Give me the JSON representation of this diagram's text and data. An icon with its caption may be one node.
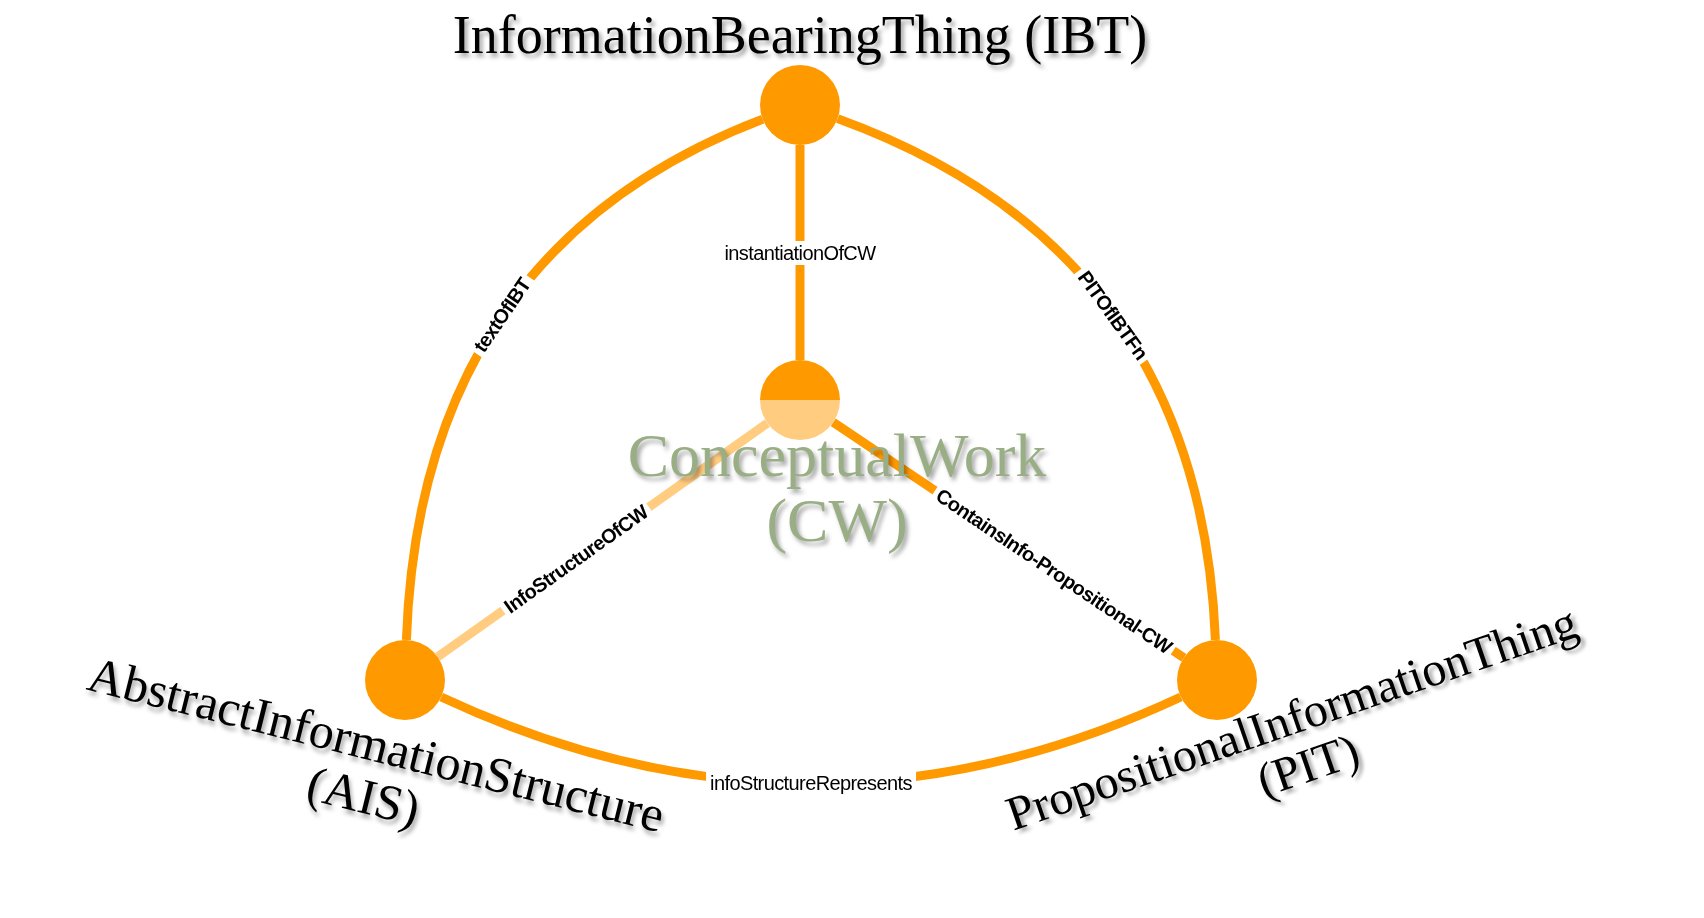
{
  "diagram": {
    "nodes": [
      {
        "text": [
          "InformationBearingThing (IBT)"
        ]
      },
      {
        "text": [
          "ConceptualWork (CW)"
        ]
      },
      {
        "text": [
          "AbstractInformationStructure (AIS)"
        ]
      },
      {
        "text": [
          "PropositionalInformationThing (PIT)"
        ]
      }
    ],
    "edges": [
      {
        "from": 0,
        "to": 2,
        "arrow": "none",
        "label": "textOfIBT"
      },
      {
        "from": 0,
        "to": 1,
        "arrow": "none",
        "label": "instantiationOfCW"
      },
      {
        "from": 0,
        "to": 3,
        "arrow": "none",
        "label": "PITOfIBTFn"
      },
      {
        "from": 2,
        "to": 1,
        "arrow": "none",
        "label": "InfoStructureOfCW",
        "color": "#ffcc80"
      },
      {
        "from": 1,
        "to": 3,
        "arrow": "none",
        "label": "ContainsInfo-Propositional-CW"
      },
      {
        "from": 2,
        "to": 3,
        "arrow": "none",
        "label": "infoStructureRepresents"
      }
    ]
  }
}
